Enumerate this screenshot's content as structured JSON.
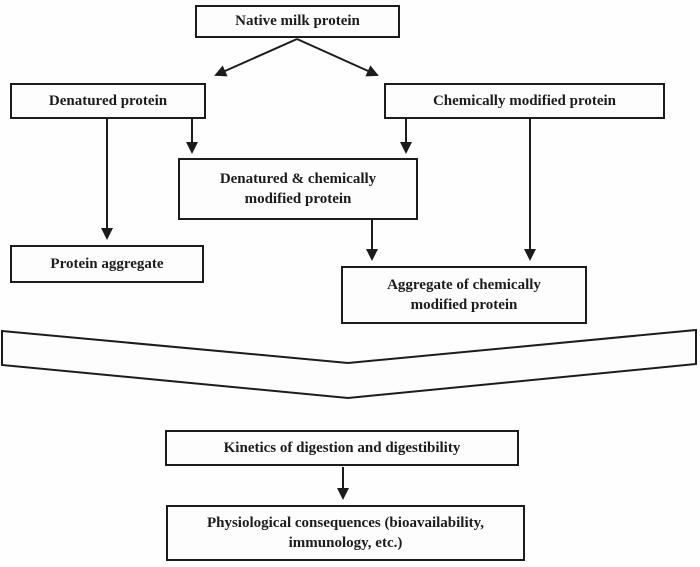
{
  "figure": {
    "background_color": "#fefefe",
    "line_color": "#1c1c1c"
  },
  "nodes": {
    "native": {
      "label": "Native milk protein"
    },
    "denatured": {
      "label": "Denatured protein"
    },
    "chem_modified": {
      "label": "Chemically modified protein"
    },
    "denatured_chem": {
      "label": "Denatured & chemically modified protein"
    },
    "protein_aggregate": {
      "label": "Protein aggregate"
    },
    "aggregate_chem": {
      "label": "Aggregate of chemically modified protein"
    },
    "kinetics": {
      "label": "Kinetics of digestion and digestibility"
    },
    "physiological": {
      "label": "Physiological consequences (bioavailability, immunology, etc.)"
    }
  },
  "edges": [
    {
      "from": "native",
      "to": "denatured"
    },
    {
      "from": "native",
      "to": "chem_modified"
    },
    {
      "from": "denatured",
      "to": "protein_aggregate"
    },
    {
      "from": "denatured",
      "to": "denatured_chem"
    },
    {
      "from": "chem_modified",
      "to": "denatured_chem"
    },
    {
      "from": "chem_modified",
      "to": "aggregate_chem"
    },
    {
      "from": "denatured_chem",
      "to": "aggregate_chem"
    },
    {
      "from": "all_states_chevron",
      "to": "kinetics"
    },
    {
      "from": "kinetics",
      "to": "physiological"
    }
  ]
}
